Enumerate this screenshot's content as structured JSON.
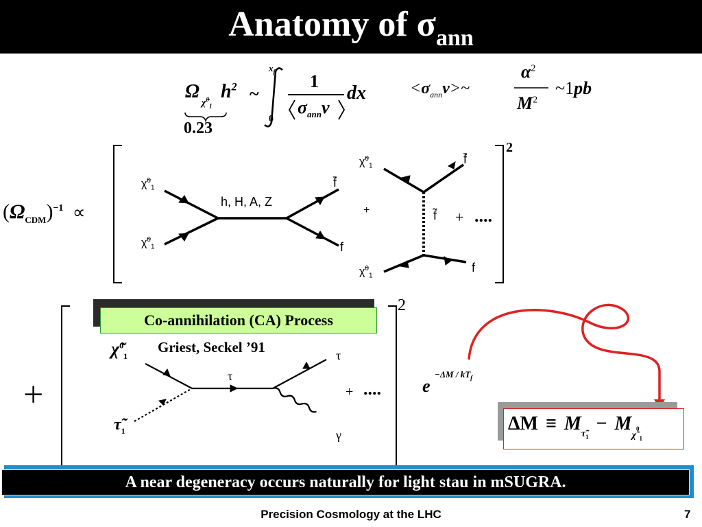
{
  "title": {
    "main": "Anatomy of ",
    "symbol": "σ",
    "subscript": "ann"
  },
  "relic": {
    "omega": "Ω",
    "omega_sub": "χ̃",
    "omega_sub_sup": "0",
    "omega_sub_sub": "1",
    "h2": "h",
    "h2_exp": "2",
    "tilde_sym": "~",
    "value": "0.23",
    "int_upper": "x",
    "int_upper_sub": "f",
    "int_lower": "0",
    "numerator": "1",
    "den_sigma": "σ",
    "den_sub": "ann",
    "den_v": "v",
    "dx": "dx"
  },
  "xsec": {
    "left": "<",
    "sigma": "σ",
    "sub": "ann",
    "v": "v",
    "right": ">~",
    "alpha": "α",
    "alpha_exp": "2",
    "M": "M",
    "M_exp": "2",
    "approx": "~",
    "one": "1",
    "pb": "pb"
  },
  "proportional": {
    "omega": "Ω",
    "cdm": "CDM",
    "exp": "−1",
    "symbol": "∝",
    "outer_exp": "2"
  },
  "diagram1": {
    "chi_top": "χ̃",
    "chi_top_sup": "0",
    "chi_top_sub": "1",
    "chi_bot": "χ̃",
    "chi_bot_sup": "0",
    "chi_bot_sub": "1",
    "mediator": "h, H, A, Z",
    "f_top": "f̄",
    "f_bot": "f",
    "plus": "+"
  },
  "diagram2": {
    "chi_top": "χ̃",
    "chi_top_sup": "0",
    "chi_top_sub": "1",
    "chi_bot": "χ̃",
    "chi_bot_sup": "0",
    "chi_bot_sub": "1",
    "mediator": "f̃",
    "f_top": "f̄",
    "f_bot": "f",
    "plus": "+",
    "dots": "...."
  },
  "ca": {
    "label": "Co-annihilation (CA) Process",
    "reference": "Griest, Seckel ’91",
    "chi": "χ̃",
    "chi_sup": "0",
    "chi_sub": "1",
    "stau": "τ̃",
    "stau_sub": "1",
    "tau_mid": "τ",
    "tau_out": "τ",
    "gamma": "γ",
    "plus_big": "+",
    "plus_small": "+",
    "dots": "....",
    "outer_exp": "2"
  },
  "boltz": {
    "e": "e",
    "exponent_prefix": "−ΔM / k",
    "T": "T",
    "T_sub": "f"
  },
  "delta_m": {
    "lhs": "ΔM",
    "equiv": "≡",
    "M1": "M",
    "M1_sub": "τ̃",
    "M1_sub_sub": "1",
    "minus": "−",
    "M2": "M",
    "M2_sub": "χ̃",
    "M2_sub_sup": "0",
    "M2_sub_sub": "1"
  },
  "banner": "A near degeneracy occurs naturally for light stau in mSUGRA.",
  "footer": {
    "text": "Precision Cosmology at the LHC",
    "page": "7"
  },
  "colors": {
    "title_bg": "#000000",
    "ca_box": "#ccff99",
    "arrow_red": "#dd2222",
    "banner_blue": "#1f8ed0"
  }
}
